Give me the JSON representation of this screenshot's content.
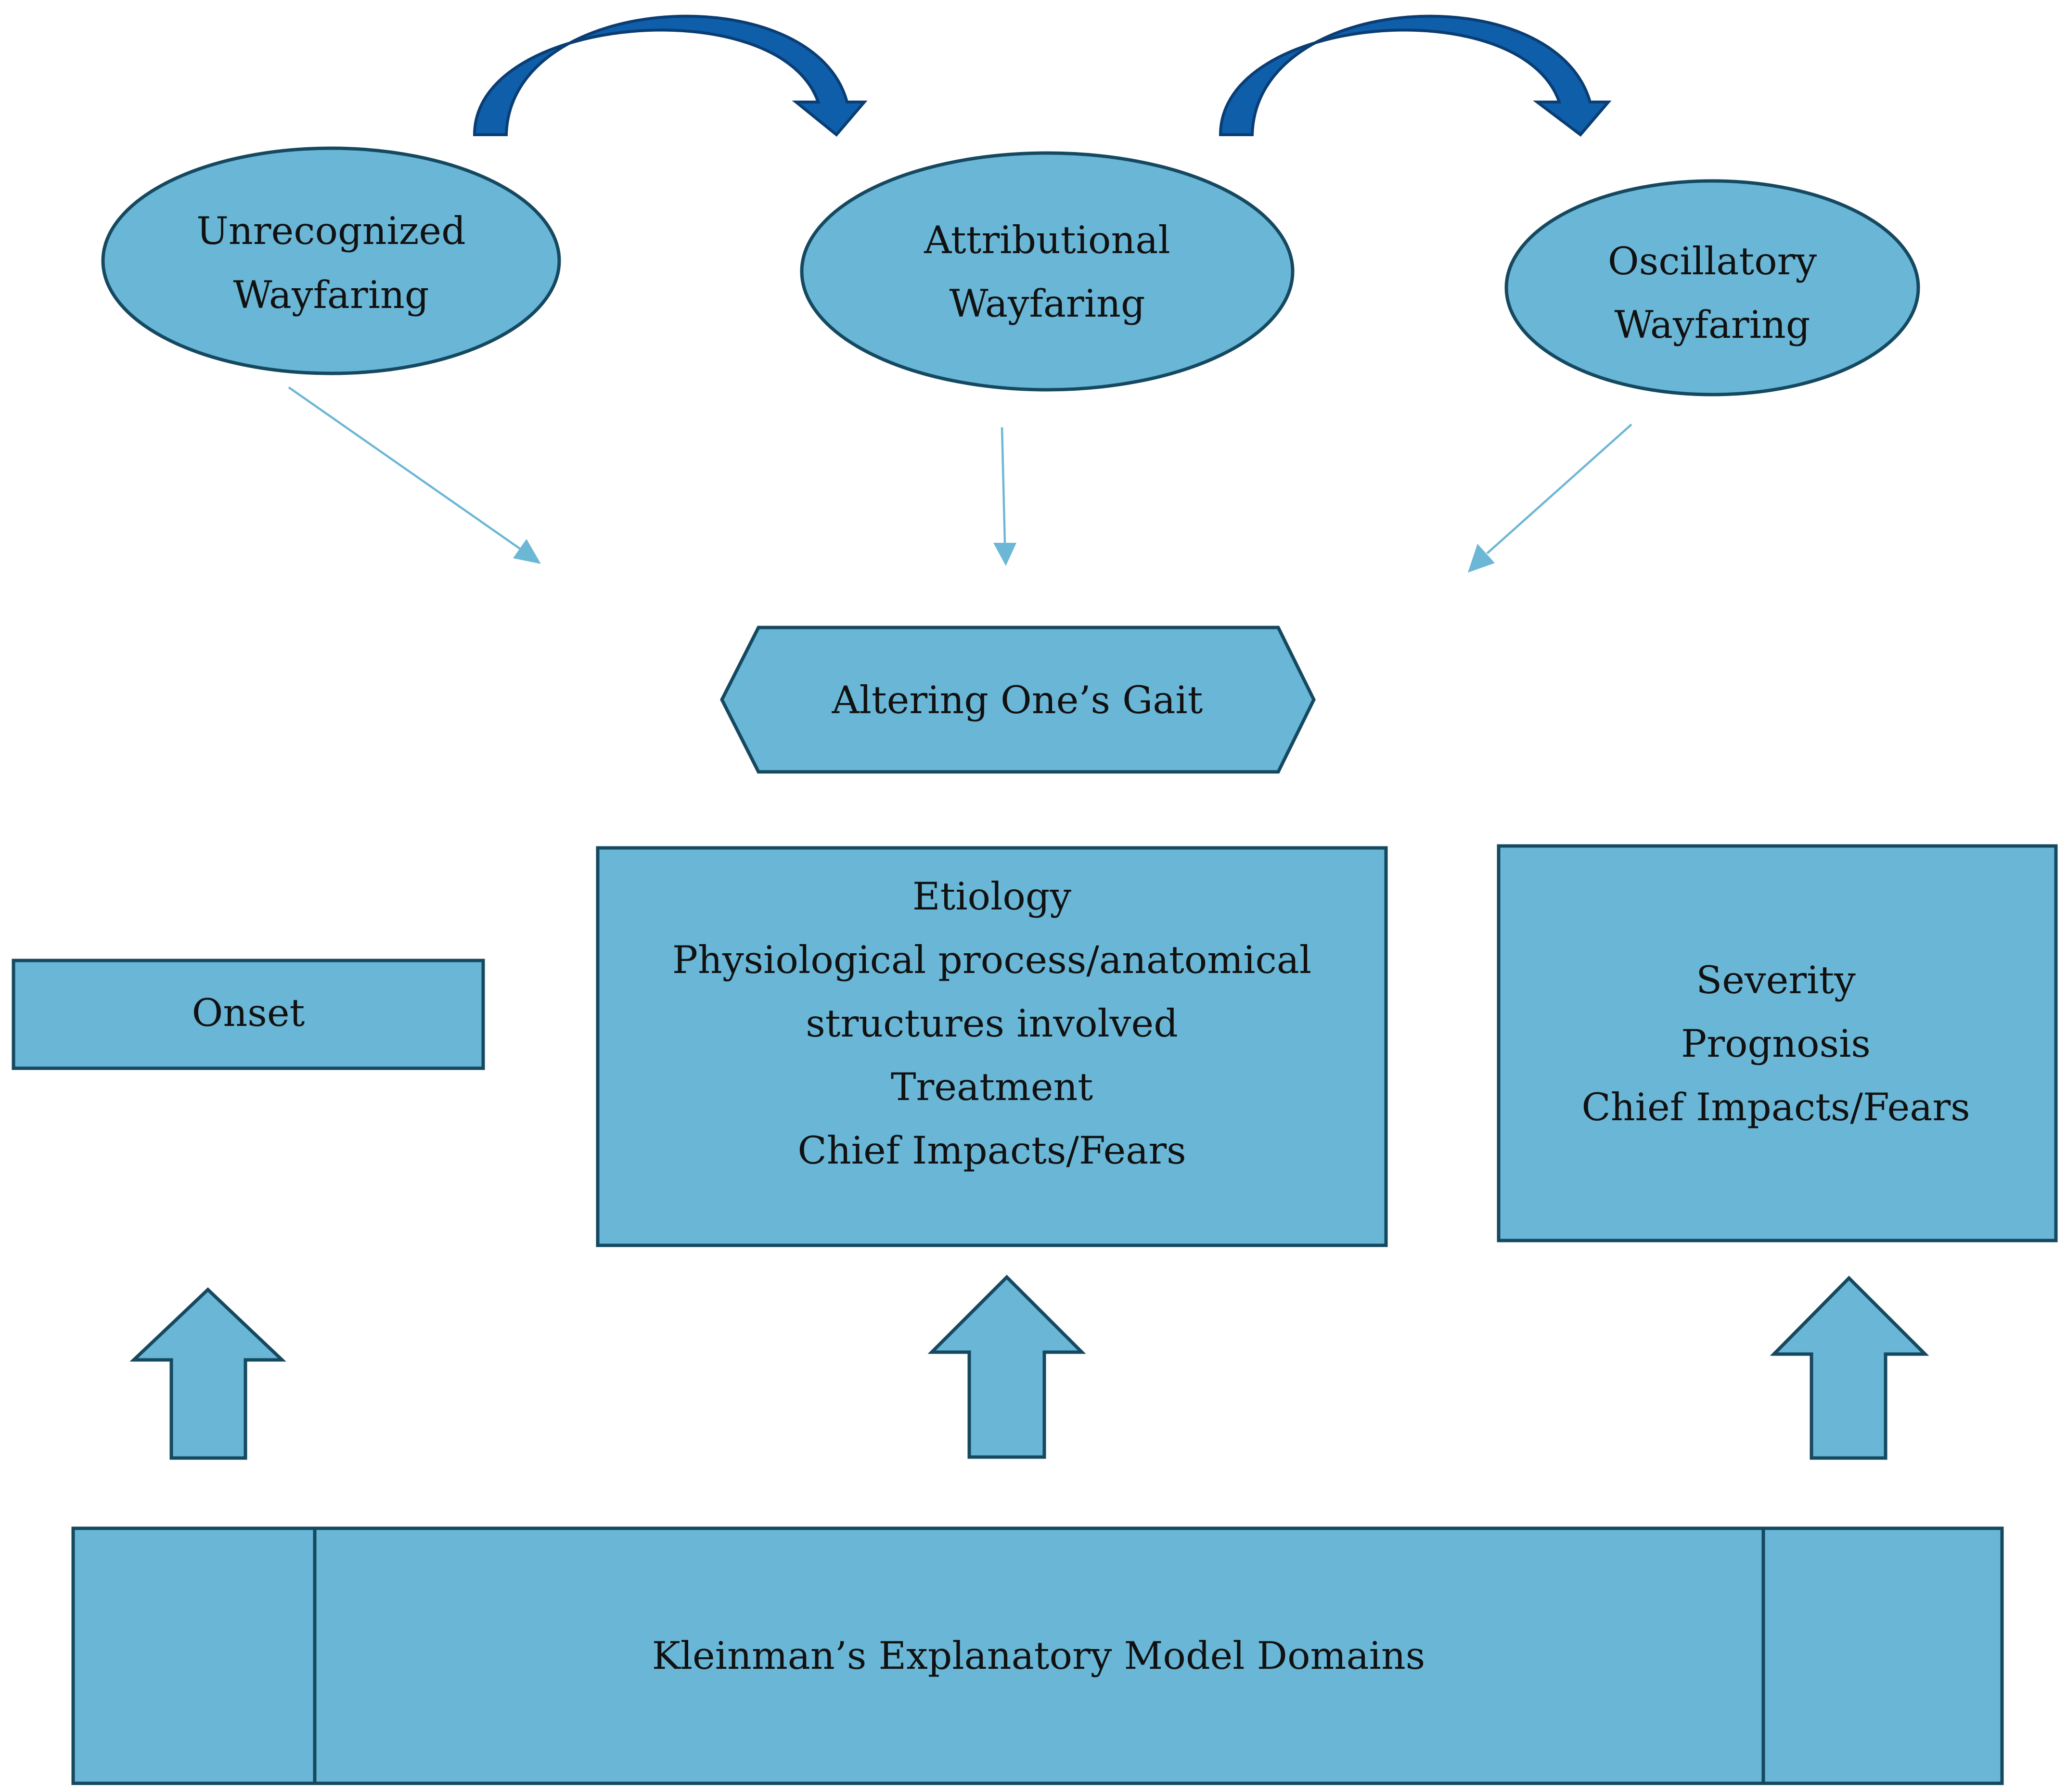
{
  "wayfaring": {
    "unrecognized": [
      "Unrecognized",
      "Wayfaring"
    ],
    "attributional": [
      "Attributional",
      "Wayfaring"
    ],
    "oscillatory": [
      "Oscillatory",
      "Wayfaring"
    ]
  },
  "gait": {
    "label": "Altering One’s Gait"
  },
  "domains": {
    "onset": "Onset",
    "middle": [
      "Etiology",
      "Physiological process/anatomical",
      "structures involved",
      "Treatment",
      "Chief Impacts/Fears"
    ],
    "right": [
      "Severity",
      "Prognosis",
      "Chief Impacts/Fears"
    ],
    "base": "Kleinman’s Explanatory Model Domains"
  },
  "colors": {
    "fill": "#69b6d6",
    "stroke": "#154960",
    "curved_arrow": "#0e5eaa",
    "connector": "#6cb7d6"
  }
}
